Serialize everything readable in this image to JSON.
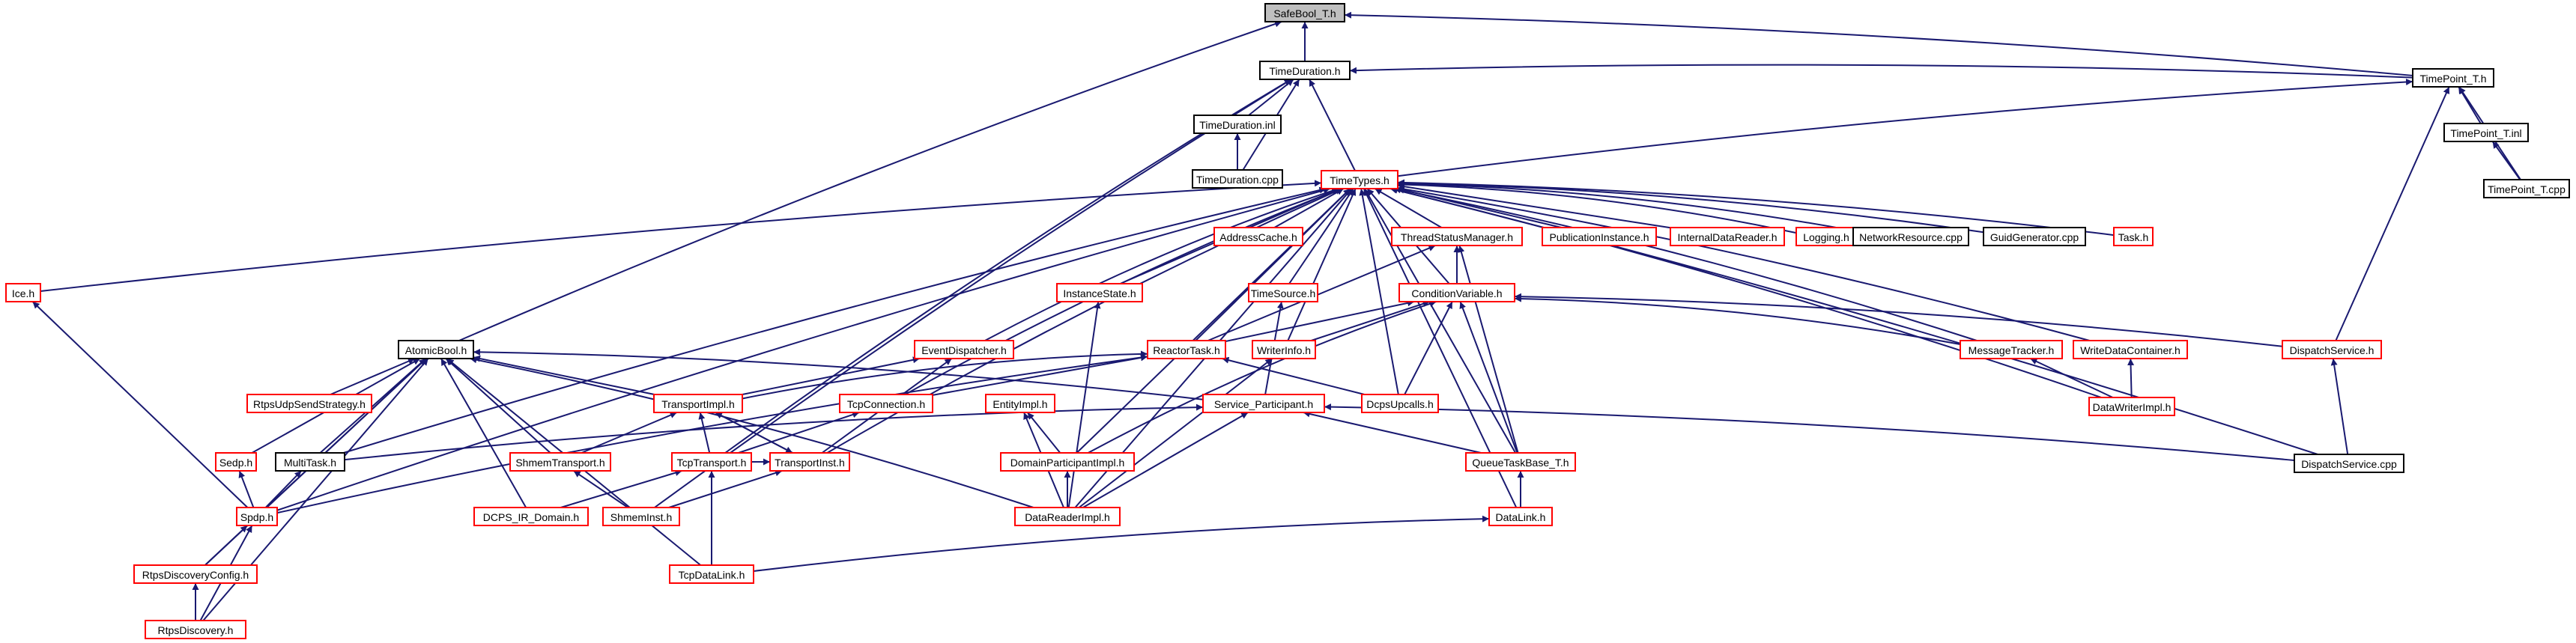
{
  "graph": {
    "colors": {
      "edge": "#191970",
      "highlight_fill": "#bfbfbf",
      "fill": "#ffffff",
      "border_black": "#000000",
      "border_red": "#ff0000"
    },
    "nodes": [
      {
        "id": "safebool",
        "label": "SafeBool_T.h",
        "border": "black",
        "highlight": true
      },
      {
        "id": "timeduration",
        "label": "TimeDuration.h",
        "border": "black"
      },
      {
        "id": "timedurationinl",
        "label": "TimeDuration.inl",
        "border": "black"
      },
      {
        "id": "timedurationcpp",
        "label": "TimeDuration.cpp",
        "border": "black"
      },
      {
        "id": "timepoint",
        "label": "TimePoint_T.h",
        "border": "black"
      },
      {
        "id": "timepointinl",
        "label": "TimePoint_T.inl",
        "border": "black"
      },
      {
        "id": "timepointcpp",
        "label": "TimePoint_T.cpp",
        "border": "black"
      },
      {
        "id": "timetypes",
        "label": "TimeTypes.h",
        "border": "red"
      },
      {
        "id": "addresscache",
        "label": "AddressCache.h",
        "border": "red"
      },
      {
        "id": "threadstatus",
        "label": "ThreadStatusManager.h",
        "border": "red"
      },
      {
        "id": "pubinstance",
        "label": "PublicationInstance.h",
        "border": "red"
      },
      {
        "id": "internaldr",
        "label": "InternalDataReader.h",
        "border": "red"
      },
      {
        "id": "logging",
        "label": "Logging.h",
        "border": "red"
      },
      {
        "id": "networkres",
        "label": "NetworkResource.cpp",
        "border": "black"
      },
      {
        "id": "guidgen",
        "label": "GuidGenerator.cpp",
        "border": "black"
      },
      {
        "id": "task",
        "label": "Task.h",
        "border": "red"
      },
      {
        "id": "ice",
        "label": "Ice.h",
        "border": "red"
      },
      {
        "id": "instancestate",
        "label": "InstanceState.h",
        "border": "red"
      },
      {
        "id": "timesource",
        "label": "TimeSource.h",
        "border": "red"
      },
      {
        "id": "condvar",
        "label": "ConditionVariable.h",
        "border": "red"
      },
      {
        "id": "atomicbool",
        "label": "AtomicBool.h",
        "border": "black"
      },
      {
        "id": "eventdisp",
        "label": "EventDispatcher.h",
        "border": "red"
      },
      {
        "id": "reactortask",
        "label": "ReactorTask.h",
        "border": "red"
      },
      {
        "id": "writerinfo",
        "label": "WriterInfo.h",
        "border": "red"
      },
      {
        "id": "msgtracker",
        "label": "MessageTracker.h",
        "border": "red"
      },
      {
        "id": "writedatacont",
        "label": "WriteDataContainer.h",
        "border": "red"
      },
      {
        "id": "dispatchsvc",
        "label": "DispatchService.h",
        "border": "red"
      },
      {
        "id": "rtpsudp",
        "label": "RtpsUdpSendStrategy.h",
        "border": "red"
      },
      {
        "id": "transportimpl",
        "label": "TransportImpl.h",
        "border": "red"
      },
      {
        "id": "tcpconn",
        "label": "TcpConnection.h",
        "border": "red"
      },
      {
        "id": "entityimpl",
        "label": "EntityImpl.h",
        "border": "red"
      },
      {
        "id": "serviceparticipant",
        "label": "Service_Participant.h",
        "border": "red"
      },
      {
        "id": "dcpsupcalls",
        "label": "DcpsUpcalls.h",
        "border": "red"
      },
      {
        "id": "datawriterimpl",
        "label": "DataWriterImpl.h",
        "border": "red"
      },
      {
        "id": "sedp",
        "label": "Sedp.h",
        "border": "red"
      },
      {
        "id": "multitask",
        "label": "MultiTask.h",
        "border": "black"
      },
      {
        "id": "shmemtransport",
        "label": "ShmemTransport.h",
        "border": "red"
      },
      {
        "id": "tcptransport",
        "label": "TcpTransport.h",
        "border": "red"
      },
      {
        "id": "transportinst",
        "label": "TransportInst.h",
        "border": "red"
      },
      {
        "id": "domainpartimpl",
        "label": "DomainParticipantImpl.h",
        "border": "red"
      },
      {
        "id": "queuetaskbase",
        "label": "QueueTaskBase_T.h",
        "border": "red"
      },
      {
        "id": "dispatchsvccpp",
        "label": "DispatchService.cpp",
        "border": "black"
      },
      {
        "id": "spdp",
        "label": "Spdp.h",
        "border": "red"
      },
      {
        "id": "dcpsirdomain",
        "label": "DCPS_IR_Domain.h",
        "border": "red"
      },
      {
        "id": "shmeminst",
        "label": "ShmemInst.h",
        "border": "red"
      },
      {
        "id": "datareaderimpl",
        "label": "DataReaderImpl.h",
        "border": "red"
      },
      {
        "id": "datalink",
        "label": "DataLink.h",
        "border": "red"
      },
      {
        "id": "rtpsdiscconfig",
        "label": "RtpsDiscoveryConfig.h",
        "border": "red"
      },
      {
        "id": "tcpdatalink",
        "label": "TcpDataLink.h",
        "border": "red"
      },
      {
        "id": "rtpsdiscovery",
        "label": "RtpsDiscovery.h",
        "border": "red"
      }
    ],
    "edges": [
      [
        "timeduration",
        "safebool"
      ],
      [
        "timepoint",
        "safebool"
      ],
      [
        "atomicbool",
        "safebool"
      ],
      [
        "timedurationinl",
        "timeduration"
      ],
      [
        "timedurationcpp",
        "timeduration"
      ],
      [
        "timetypes",
        "timeduration"
      ],
      [
        "timepoint",
        "timeduration"
      ],
      [
        "tcptransport",
        "timeduration"
      ],
      [
        "shmeminst",
        "timeduration"
      ],
      [
        "timedurationcpp",
        "timedurationinl"
      ],
      [
        "timetypes",
        "timepoint"
      ],
      [
        "timepointinl",
        "timepoint"
      ],
      [
        "dispatchsvc",
        "timepoint"
      ],
      [
        "timepointcpp",
        "timepoint"
      ],
      [
        "timepointcpp",
        "timepointinl"
      ],
      [
        "addresscache",
        "timetypes"
      ],
      [
        "threadstatus",
        "timetypes"
      ],
      [
        "pubinstance",
        "timetypes"
      ],
      [
        "internaldr",
        "timetypes"
      ],
      [
        "logging",
        "timetypes"
      ],
      [
        "networkres",
        "timetypes"
      ],
      [
        "guidgen",
        "timetypes"
      ],
      [
        "task",
        "timetypes"
      ],
      [
        "ice",
        "timetypes"
      ],
      [
        "instancestate",
        "timetypes"
      ],
      [
        "timesource",
        "timetypes"
      ],
      [
        "condvar",
        "timetypes"
      ],
      [
        "eventdisp",
        "timetypes"
      ],
      [
        "reactortask",
        "timetypes"
      ],
      [
        "writerinfo",
        "timetypes"
      ],
      [
        "msgtracker",
        "timetypes"
      ],
      [
        "writedatacont",
        "timetypes"
      ],
      [
        "datawriterimpl",
        "timetypes"
      ],
      [
        "tcpconn",
        "timetypes"
      ],
      [
        "dcpsupcalls",
        "timetypes"
      ],
      [
        "multitask",
        "timetypes"
      ],
      [
        "spdp",
        "timetypes"
      ],
      [
        "queuetaskbase",
        "timetypes"
      ],
      [
        "datalink",
        "timetypes"
      ],
      [
        "dispatchsvccpp",
        "timetypes"
      ],
      [
        "domainpartimpl",
        "timetypes"
      ],
      [
        "datareaderimpl",
        "timetypes"
      ],
      [
        "transportinst",
        "timetypes"
      ],
      [
        "condvar",
        "threadstatus"
      ],
      [
        "reactortask",
        "threadstatus"
      ],
      [
        "queuetaskbase",
        "threadstatus"
      ],
      [
        "serviceparticipant",
        "timesource"
      ],
      [
        "datareaderimpl",
        "instancestate"
      ],
      [
        "reactortask",
        "condvar"
      ],
      [
        "writerinfo",
        "condvar"
      ],
      [
        "dcpsupcalls",
        "condvar"
      ],
      [
        "msgtracker",
        "condvar"
      ],
      [
        "dispatchsvc",
        "condvar"
      ],
      [
        "queuetaskbase",
        "condvar"
      ],
      [
        "domainpartimpl",
        "condvar"
      ],
      [
        "spdp",
        "ice"
      ],
      [
        "rtpsudp",
        "atomicbool"
      ],
      [
        "transportimpl",
        "atomicbool"
      ],
      [
        "sedp",
        "atomicbool"
      ],
      [
        "multitask",
        "atomicbool"
      ],
      [
        "shmemtransport",
        "atomicbool"
      ],
      [
        "spdp",
        "atomicbool"
      ],
      [
        "dcpsirdomain",
        "atomicbool"
      ],
      [
        "rtpsdiscconfig",
        "atomicbool"
      ],
      [
        "tcpdatalink",
        "atomicbool"
      ],
      [
        "rtpsdiscovery",
        "atomicbool"
      ],
      [
        "serviceparticipant",
        "atomicbool"
      ],
      [
        "datareaderimpl",
        "atomicbool"
      ],
      [
        "transportimpl",
        "eventdisp"
      ],
      [
        "transportinst",
        "eventdisp"
      ],
      [
        "transportimpl",
        "reactortask"
      ],
      [
        "tcpconn",
        "reactortask"
      ],
      [
        "dcpsupcalls",
        "reactortask"
      ],
      [
        "spdp",
        "reactortask"
      ],
      [
        "datareaderimpl",
        "writerinfo"
      ],
      [
        "datawriterimpl",
        "msgtracker"
      ],
      [
        "datawriterimpl",
        "writedatacont"
      ],
      [
        "dispatchsvccpp",
        "dispatchsvc"
      ],
      [
        "shmemtransport",
        "transportimpl"
      ],
      [
        "tcptransport",
        "transportimpl"
      ],
      [
        "transportinst",
        "transportimpl"
      ],
      [
        "tcptransport",
        "tcpconn"
      ],
      [
        "domainpartimpl",
        "entityimpl"
      ],
      [
        "datareaderimpl",
        "entityimpl"
      ],
      [
        "multitask",
        "serviceparticipant"
      ],
      [
        "queuetaskbase",
        "serviceparticipant"
      ],
      [
        "datareaderimpl",
        "serviceparticipant"
      ],
      [
        "dispatchsvccpp",
        "serviceparticipant"
      ],
      [
        "spdp",
        "multitask"
      ],
      [
        "spdp",
        "sedp"
      ],
      [
        "shmeminst",
        "shmemtransport"
      ],
      [
        "dcpsirdomain",
        "tcptransport"
      ],
      [
        "tcpdatalink",
        "tcptransport"
      ],
      [
        "shmeminst",
        "transportinst"
      ],
      [
        "tcptransport",
        "transportinst"
      ],
      [
        "transportimpl",
        "transportinst"
      ],
      [
        "datareaderimpl",
        "domainpartimpl"
      ],
      [
        "datalink",
        "queuetaskbase"
      ],
      [
        "tcpdatalink",
        "datalink"
      ],
      [
        "rtpsdiscconfig",
        "spdp"
      ],
      [
        "rtpsdiscovery",
        "spdp"
      ],
      [
        "rtpsdiscovery",
        "rtpsdiscconfig"
      ]
    ]
  }
}
